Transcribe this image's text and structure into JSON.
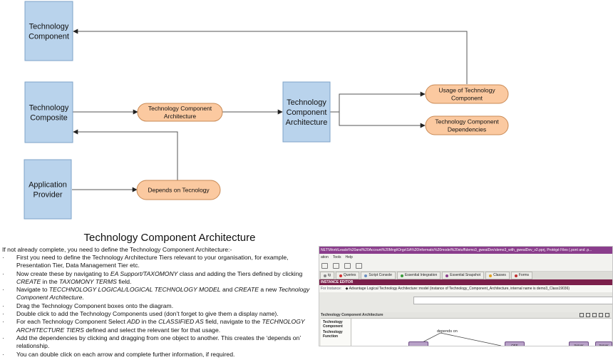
{
  "diagram": {
    "boxes": {
      "tech_component": [
        "Technology",
        "Component"
      ],
      "tech_composite": [
        "Technology",
        "Composite"
      ],
      "app_provider": [
        "Application",
        "Provider"
      ],
      "tca_box": [
        "Technology",
        "Component",
        "Architecture"
      ]
    },
    "pills": {
      "tca_arch": [
        "Technology Component",
        "Architecture"
      ],
      "depends_on": [
        "Depends on Tecnology"
      ],
      "usage": [
        "Usage of Technology",
        "Component"
      ],
      "dependencies": [
        "Technology Component",
        "Dependencies"
      ]
    },
    "colors": {
      "box_fill": "#b9d3ec",
      "box_border": "#7ea3c8",
      "pill_fill": "#fbc9a0",
      "pill_border": "#c98a55"
    }
  },
  "doc": {
    "title": "Technology Component Architecture",
    "intro": "If not already complete, you need to define the Technology Component Architecture:-",
    "bullet_char": "·",
    "steps": [
      {
        "text": "First you need to define the Technology Architecture Tiers relevant to your organisation, for example, Presentation Tier, Data Management Tier etc."
      },
      {
        "parts": [
          "Now create these by navigating to ",
          "EA Support/TAXOMONY",
          " class and adding the Tiers defined by clicking ",
          "CREATE",
          " in the ",
          "TAXOMONY TERMS",
          " field."
        ]
      },
      {
        "parts": [
          "Navigate to ",
          "TECCHNOLOGY LOGICAL/LOGICAL TECHNOLOGY MODEL",
          " and ",
          "CREATE",
          " a new ",
          "Technology Component Architecture",
          "."
        ]
      },
      {
        "text": " Drag the Technology Component boxes onto the diagram."
      },
      {
        "text": "Double click to add the Technology Components used (don’t forget to give them a display name)."
      },
      {
        "parts": [
          "For each Technology Component Select ",
          "ADD",
          " in the ",
          "CLASSIFIED AS",
          " field, navigate to the ",
          "TECHNOLOGY ARCHITECTURE TIERS",
          " defined and select the relevant tier for that usage."
        ]
      },
      {
        "text": "Add the dependencies by clicking and dragging from one object to another.  This creates the ‘depends on’ relationship."
      },
      {
        "text": "You can double click on each arrow and complete further information, if required."
      }
    ]
  },
  "protege": {
    "titlebar": "NET\\Work\\Leads\\%20and%20Account%20Mngt\\Orgs\\SA%20Informatic%20model%20stuff\\demo3_gwealDev\\demo3_with_gwealDev_v2.pprj, Protégé Files (.pont and .p...",
    "menu": [
      "ation",
      "Tools",
      "Help"
    ],
    "tabs": [
      "ig",
      "Queries",
      "Script Console",
      "Essential Integration",
      "Essential Snapshot",
      "Classes",
      "Forms"
    ],
    "tab_colors": [
      "#888888",
      "#d03030",
      "#6a8fc0",
      "#3a9a3a",
      "#8a3d8c",
      "#e0a020",
      "#c03030"
    ],
    "header": "INSTANCE EDITOR",
    "instance_label": "For Instance:",
    "instance_text": "Advantage Logical Technology Architecture::model",
    "instance_detail": "(instance of Technology_Component_Architecture, internal name is demo3_Class19036)",
    "panel_title": "Technology Component Architecture",
    "palette": [
      "Technology Component",
      "Technology Function"
    ],
    "edge_label": "depends on",
    "nodes": [
      "",
      "OEE",
      "Server",
      "Server"
    ]
  }
}
